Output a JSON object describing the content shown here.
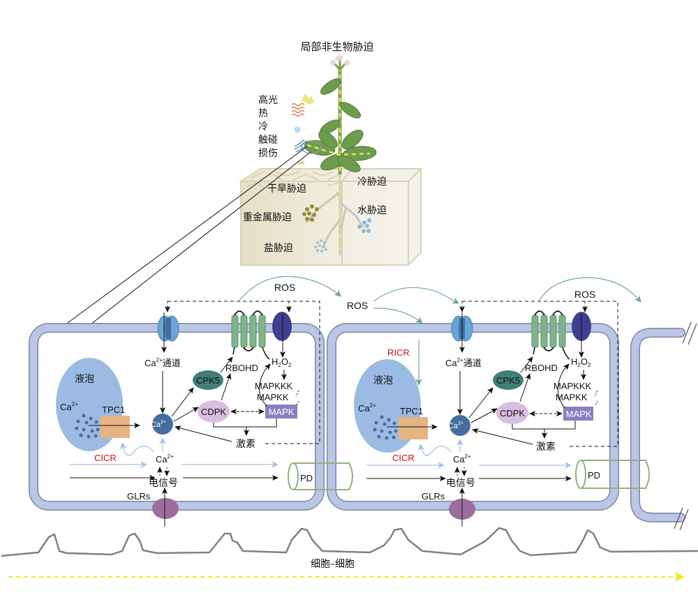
{
  "title": "局部非生物胁迫",
  "aerial_stresses": [
    "高光",
    "热",
    "冷",
    "触碰",
    "损伤"
  ],
  "soil_stresses": {
    "drought": "干旱胁迫",
    "cold": "冷胁迫",
    "heavy_metal": "重金属胁迫",
    "water": "水胁迫",
    "salt": "盐胁迫"
  },
  "cells": [
    {
      "ros_top": "ROS",
      "ca_channel": "Ca",
      "ca_sup": "2+",
      "ca_channel_suffix": "通道",
      "rbohd": "RBOHD",
      "h2o2": {
        "h": "H",
        "sub1": "2",
        "o": "O",
        "sub2": "2"
      },
      "mapkkk": "MAPKKK",
      "mapkk": "MAPKK",
      "mapk": "MAPK",
      "cpk5": "CPK5",
      "cdpk": "CDPK",
      "vacuole": "液泡",
      "vacuole_ca": "Ca",
      "vacuole_ca_sup": "2+",
      "tpc1": "TPC1",
      "cytosol_ca": "Ca",
      "cytosol_ca_sup": "2+",
      "hormone": "激素",
      "cicr": "CICR",
      "ca_signal": "Ca",
      "ca_signal_sup": "2+",
      "electric_signal": "电信号",
      "glrs": "GLRs",
      "pd": "PD"
    },
    {
      "ros_top": "ROS",
      "ros_between": "ROS",
      "ricr": "RICR",
      "ca_channel": "Ca",
      "ca_sup": "2+",
      "ca_channel_suffix": "通道",
      "rbohd": "RBOHD",
      "h2o2": {
        "h": "H",
        "sub1": "2",
        "o": "O",
        "sub2": "2"
      },
      "mapkkk": "MAPKKK",
      "mapkk": "MAPKK",
      "mapk": "MAPK",
      "cpk5": "CPK5",
      "cdpk": "CDPK",
      "vacuole": "液泡",
      "vacuole_ca": "Ca",
      "vacuole_ca_sup": "2+",
      "tpc1": "TPC1",
      "cytosol_ca": "Ca",
      "cytosol_ca_sup": "2+",
      "hormone": "激素",
      "cicr": "CICR",
      "ca_signal": "Ca",
      "ca_signal_sup": "2+",
      "electric_signal": "电信号",
      "glrs": "GLRs",
      "pd": "PD"
    }
  ],
  "propagation_label": "细胞–细胞",
  "colors": {
    "membrane": "#b9c6e6",
    "membrane_edge": "#7d87a3",
    "vacuole": "#9bbbe3",
    "tpc1": "#e6b481",
    "cytosol_ca": "#466d9f",
    "cpk5": "#3f7f77",
    "cdpk": "#d8bedf",
    "mapk": "#8b7fc0",
    "rbohd": "#7fb48a",
    "ros_channel": "#3e3f8f",
    "ca_channel": "#6aa6d4",
    "glr": "#9b6e9f",
    "pd": "#8fb27c",
    "red_label": "#c0141c",
    "green_arrow": "#6fa98a",
    "light_blue_arrow": "#a7c2e4",
    "wave": "#808080",
    "yellow_arrow": "#f4e91a"
  }
}
